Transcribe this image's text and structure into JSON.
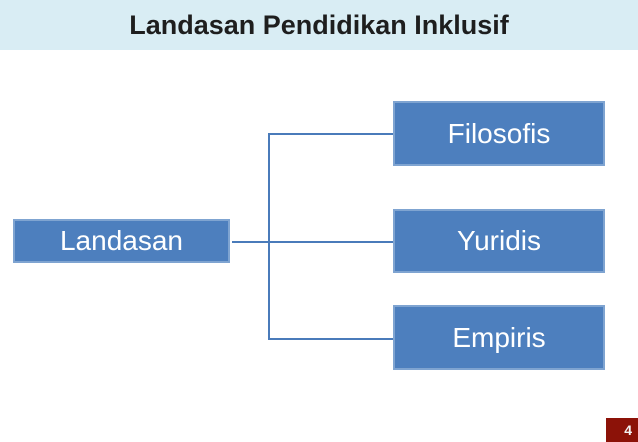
{
  "slide": {
    "title": "Landasan Pendidikan Inklusif",
    "page_number": "4"
  },
  "diagram": {
    "root": {
      "label": "Landasan"
    },
    "children": [
      {
        "label": "Filosofis"
      },
      {
        "label": "Yuridis"
      },
      {
        "label": "Empiris"
      }
    ]
  },
  "colors": {
    "title_band_bg": "#d9edf4",
    "title_text": "#1e1e1e",
    "box_fill": "#4d7fbe",
    "box_border": "#7fa4d1",
    "box_text": "#ffffff",
    "connector": "#4a7bba",
    "page_badge_bg": "#8c1208",
    "page_badge_text": "#f2f2f2"
  }
}
